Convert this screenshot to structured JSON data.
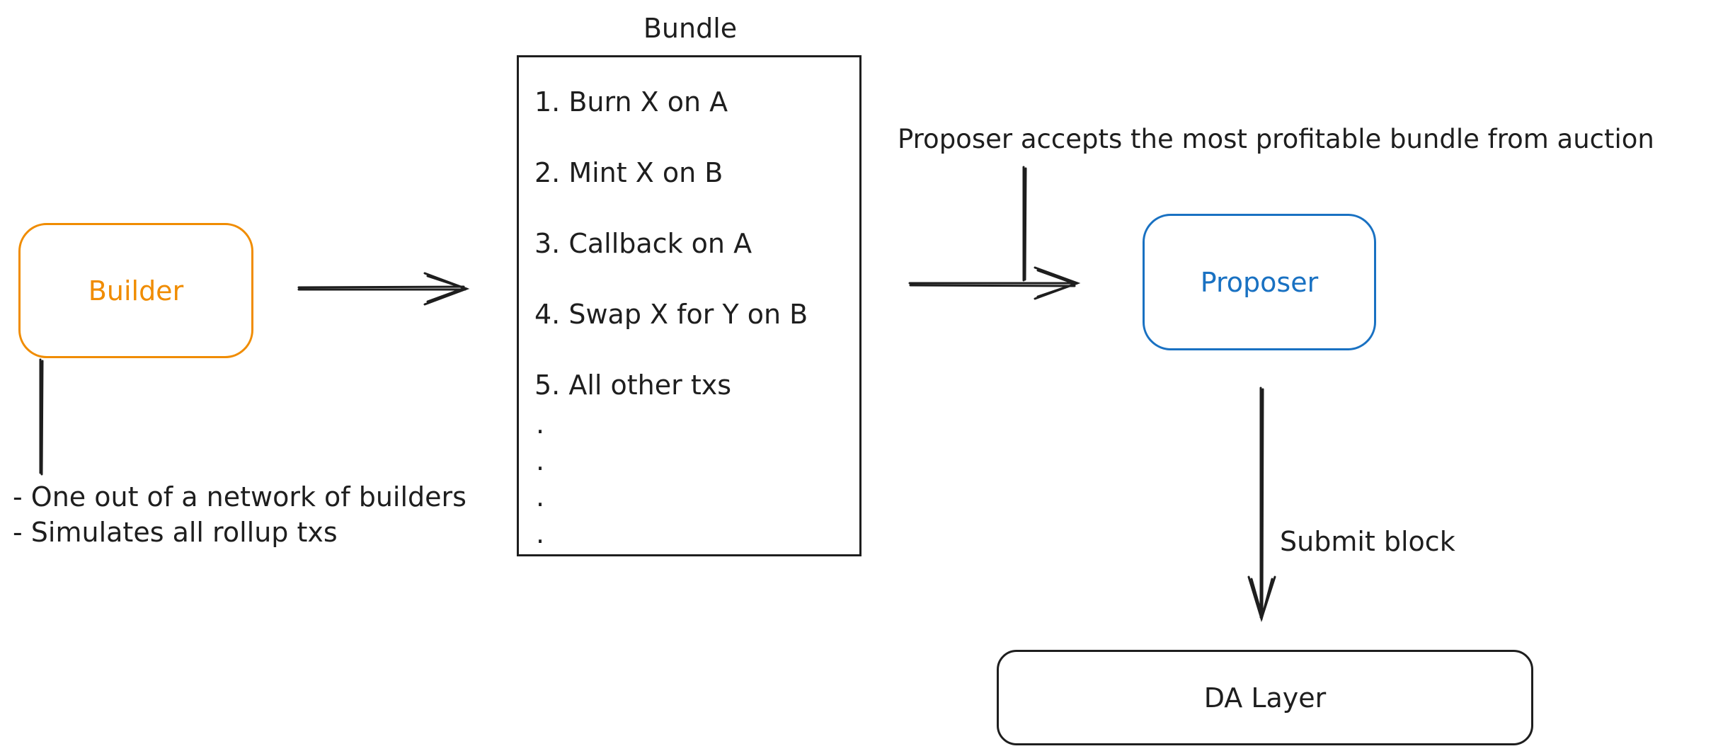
{
  "diagram": {
    "colors": {
      "builder": "#f08c00",
      "proposer": "#1971c2",
      "default": "#1e1e1e"
    },
    "nodes": {
      "builder": {
        "label": "Builder"
      },
      "bundle": {
        "title": "Bundle",
        "items": [
          "1. Burn X on A",
          "2. Mint X on B",
          "3. Callback on A",
          "4. Swap X for Y on B",
          "5. All other txs"
        ],
        "continuation": [
          ".",
          ".",
          ".",
          "."
        ]
      },
      "proposer": {
        "label": "Proposer"
      },
      "da_layer": {
        "label": "DA Layer"
      }
    },
    "annotations": {
      "builder_notes": [
        "- One out of a network of builders",
        "- Simulates all rollup txs"
      ],
      "proposer_note": "Proposer accepts the most profitable bundle from auction",
      "submit_label": "Submit block"
    },
    "edges": [
      {
        "from": "builder",
        "to": "bundle",
        "style": "arrow"
      },
      {
        "from": "bundle",
        "to": "proposer",
        "style": "arrow"
      },
      {
        "from": "proposer",
        "to": "da_layer",
        "style": "arrow",
        "label": "Submit block"
      },
      {
        "from": "builder",
        "to": "builder_notes",
        "style": "line"
      },
      {
        "from": "proposer_note",
        "to": "bundle-proposer-edge",
        "style": "line"
      }
    ]
  }
}
